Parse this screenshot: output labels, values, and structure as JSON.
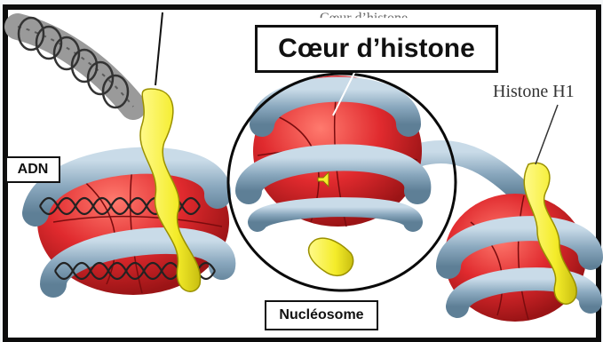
{
  "labels": {
    "histone_core": "Cœur d’histone",
    "dna": "ADN",
    "histone_h1": "Histone H1",
    "nucleosome": "Nucléosome",
    "top_partial": "Cœur d’histone"
  },
  "colors": {
    "frame": "#0c0c0c",
    "histone_red": "#e02a2e",
    "dna_tube": "#8aa8be",
    "histone_h1_yellow": "#f4ec2a",
    "label_border": "#111111"
  }
}
